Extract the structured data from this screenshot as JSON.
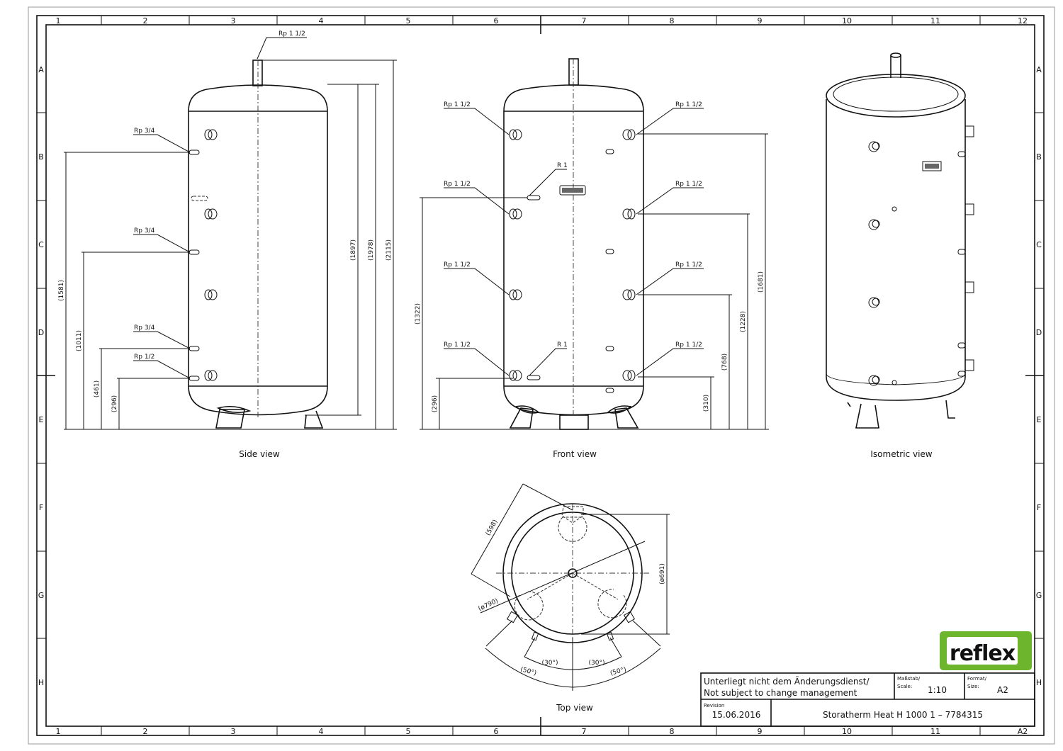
{
  "grid": {
    "columns": [
      "1",
      "2",
      "3",
      "4",
      "5",
      "6",
      "7",
      "8",
      "9",
      "10",
      "11",
      "12"
    ],
    "columns_bottom": [
      "1",
      "2",
      "3",
      "4",
      "5",
      "6",
      "7",
      "8",
      "9",
      "10",
      "11",
      "A2"
    ],
    "rows": [
      "A",
      "B",
      "C",
      "D",
      "E",
      "F",
      "G",
      "H"
    ]
  },
  "side_view": {
    "title": "Side view",
    "labels": [
      "Rp 1 1/2",
      "Rp 3/4",
      "Rp 3/4",
      "Rp 3/4",
      "Rp 1/2"
    ],
    "dims": [
      "(1581)",
      "(1011)",
      "(461)",
      "(296)",
      "(1897)",
      "(1978)",
      "(2115)"
    ]
  },
  "front_view": {
    "title": "Front view",
    "left_labels": [
      "Rp 1 1/2",
      "Rp 1 1/2",
      "Rp 1 1/2",
      "Rp 1 1/2"
    ],
    "right_labels": [
      "Rp 1 1/2",
      "Rp 1 1/2",
      "Rp 1 1/2",
      "Rp 1 1/2"
    ],
    "r_labels": [
      "R 1",
      "R 1"
    ],
    "dims": [
      "(1322)",
      "(296)",
      "(310)",
      "(768)",
      "(1228)",
      "(1681)"
    ]
  },
  "isometric_view": {
    "title": "Isometric view"
  },
  "top_view": {
    "title": "Top view",
    "dims": [
      "(598)",
      "(ø790)",
      "(ø691)",
      "(30°)",
      "(30°)",
      "(50°)",
      "(50°)"
    ]
  },
  "logo": {
    "text": "reflex",
    "color": "#6cb52d"
  },
  "title_block": {
    "note_line1": "Unterliegt nicht dem Änderungsdienst/",
    "note_line2": "Not subject to change management",
    "scale_label1": "Maßstab/",
    "scale_label2": "Scale:",
    "scale_value": "1:10",
    "format_label1": "Format/",
    "format_label2": "Size:",
    "format_value": "A2",
    "revision_label": "Revision",
    "revision_date": "15.06.2016",
    "product": "Storatherm Heat H 1000 1 – 7784315"
  }
}
